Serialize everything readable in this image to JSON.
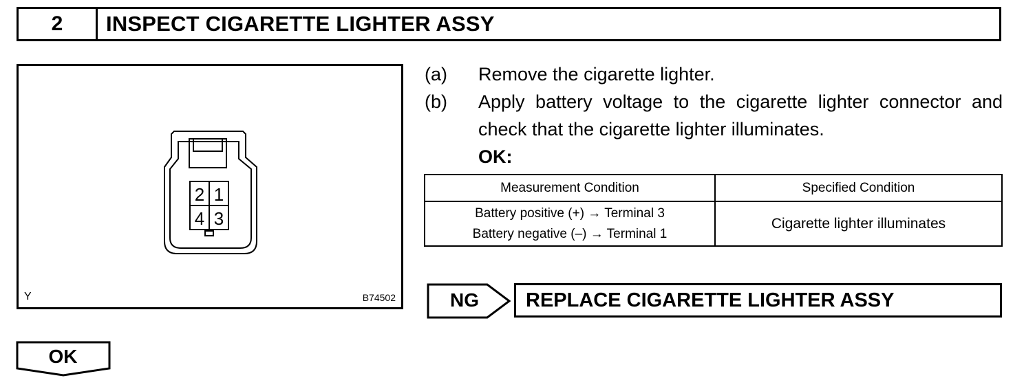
{
  "header": {
    "step_number": "2",
    "title": "INSPECT CIGARETTE LIGHTER ASSY"
  },
  "figure": {
    "corner_label": "Y",
    "figure_code": "B74502",
    "terminals": [
      "2",
      "1",
      "4",
      "3"
    ]
  },
  "steps": [
    {
      "tag": "(a)",
      "text": "Remove the cigarette lighter."
    },
    {
      "tag": "(b)",
      "text": "Apply battery voltage to the cigarette lighter connector and check that the cigarette lighter illuminates."
    }
  ],
  "ok_label": "OK:",
  "table": {
    "headers": [
      "Measurement Condition",
      "Specified Condition"
    ],
    "row": {
      "measurement_line1": "Battery positive (+) → Terminal 3",
      "measurement_line2": "Battery negative (–) → Terminal 1",
      "specified": "Cigarette lighter illuminates"
    }
  },
  "ng": {
    "label": "NG",
    "action": "REPLACE CIGARETTE LIGHTER ASSY"
  },
  "ok": {
    "label": "OK"
  }
}
